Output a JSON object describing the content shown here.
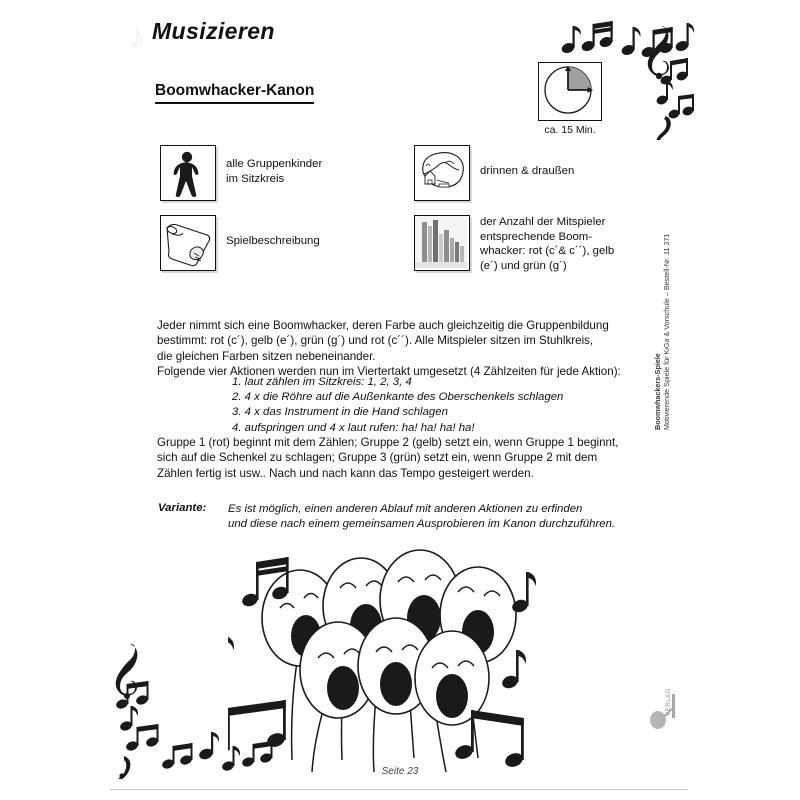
{
  "document": {
    "chapter_title": "Musizieren",
    "game_title": "Boomwhacker-Kanon",
    "page_number": "Seite 23"
  },
  "duration": {
    "label": "ca. 15 Min.",
    "icon": "quarter-clock-icon",
    "minutes": 15
  },
  "info_icons": [
    {
      "icon": "person-standing-icon",
      "text": "alle Gruppenkinder\nim Sitzkreis",
      "line1": "alle Gruppenkinder",
      "line2": "im Sitzkreis"
    },
    {
      "icon": "house-outdoor-icon",
      "text": "drinnen & draußen",
      "line1": "drinnen & draußen",
      "line2": ""
    },
    {
      "icon": "paper-scroll-icon",
      "text": "Spielbeschreibung",
      "line1": "Spielbeschreibung",
      "line2": ""
    },
    {
      "icon": "boomwhacker-tubes-icon",
      "text": "der Anzahl der Mitspieler entsprechende Boomwhacker: rot (c´& c´´), gelb (e´) und grün (g´)",
      "line1": "der Anzahl der Mitspieler",
      "line2": "entsprechende Boom-",
      "line3": "whacker: rot (c´& c´´), gelb",
      "line4": "(e´) und grün (g´)"
    }
  ],
  "body": {
    "intro_lines": [
      "Jeder nimmt sich eine Boomwhacker, deren Farbe auch gleichzeitig die Gruppenbildung",
      "bestimmt: rot (c´), gelb (e´), grün (g´) und rot (c´´). Alle Mitspieler sitzen im Stuhlkreis,",
      "die gleichen Farben sitzen nebeneinander.",
      "Folgende vier Aktionen werden nun im Viertertakt umgesetzt (4 Zählzeiten für jede Aktion):"
    ],
    "steps": [
      "1. laut zählen im Sitzkreis: 1, 2, 3, 4",
      "2. 4 x die Röhre auf die Außenkante des Oberschenkels schlagen",
      "3. 4 x das Instrument in die Hand schlagen",
      "4. aufspringen und 4 x laut rufen: ha! ha! ha! ha!"
    ],
    "outro_lines": [
      "Gruppe 1 (rot) beginnt mit dem Zählen; Gruppe 2 (gelb) setzt ein, wenn Gruppe 1 beginnt,",
      "sich auf die Schenkel zu schlagen; Gruppe 3 (grün) setzt ein, wenn Gruppe 2 mit dem",
      "Zählen fertig ist usw.. Nach und nach kann das Tempo gesteigert werden."
    ]
  },
  "variant": {
    "label": "Variante:",
    "lines": [
      "Es ist möglich, einen anderen Ablauf mit anderen Aktionen zu erfinden",
      "und diese nach einem gemeinsamen Ausprobieren im Kanon durchzuführen."
    ]
  },
  "sidebar": {
    "line1": "Boomwhackers-Spiele",
    "line2": "Motivierende Spiele für KiGa & Vorschule  –  Bestell-Nr. 11 371"
  },
  "illustration": {
    "name": "singing-choir-illustration",
    "figure_count": 7
  },
  "colors": {
    "ink": "#111111",
    "clock_fill": "#9a9a9a",
    "tube_grey": "#8c8c8c",
    "rule": "#c9c9c9"
  }
}
